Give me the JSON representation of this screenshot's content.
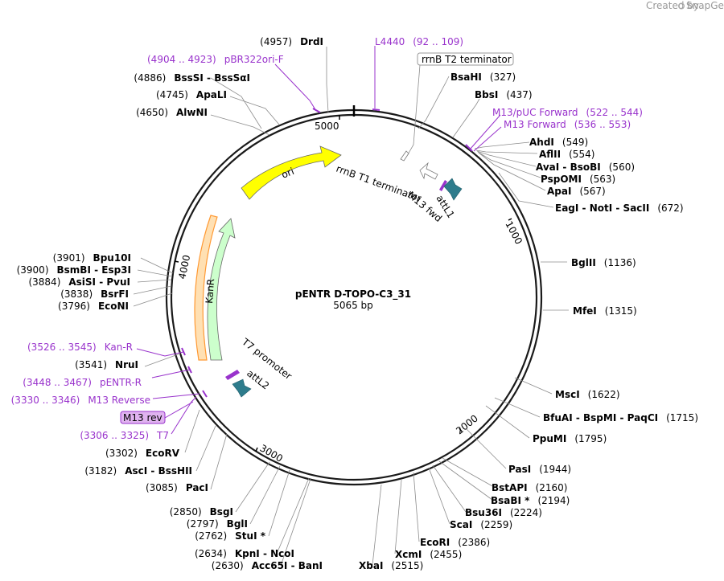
{
  "watermark": "Created by",
  "brand": "SnapGene",
  "plasmid": {
    "name": "pENTR D-TOPO-C3_31",
    "size": "5065 bp"
  },
  "ticks": [
    "1000",
    "2000",
    "3000",
    "4000",
    "5000"
  ],
  "features": {
    "ori": "ori",
    "kanr": "KanR",
    "rrnb_t1": "rrnB T1 terminator",
    "m13_fwd": "M13 fwd",
    "attl1": "attL1",
    "t7_promoter": "T7 promoter",
    "attl2": "attL2",
    "rrnb_t2": "rrnB T2 terminator",
    "m13_rev": "M13 rev"
  },
  "right_sites": [
    {
      "name": "BsaHI",
      "pos": "(327)"
    },
    {
      "name": "BbsI",
      "pos": "(437)"
    },
    {
      "name": "AhdI",
      "pos": "(549)"
    },
    {
      "name": "AflII",
      "pos": "(554)"
    },
    {
      "name": "AvaI",
      "name2": "BsoBI",
      "pos": "(560)"
    },
    {
      "name": "PspOMI",
      "pos": "(563)"
    },
    {
      "name": "ApaI",
      "pos": "(567)"
    },
    {
      "name": "EagI",
      "name2": "NotI",
      "name3": "SacII",
      "pos": "(672)"
    },
    {
      "name": "BglII",
      "pos": "(1136)"
    },
    {
      "name": "MfeI",
      "pos": "(1315)"
    },
    {
      "name": "MscI",
      "pos": "(1622)"
    },
    {
      "name": "BfuAI",
      "name2": "BspMI",
      "name3": "PaqCI",
      "pos": "(1715)"
    },
    {
      "name": "PpuMI",
      "pos": "(1795)"
    },
    {
      "name": "PasI",
      "pos": "(1944)"
    },
    {
      "name": "BstAPI",
      "pos": "(2160)"
    },
    {
      "name": "BsaBI *",
      "pos": "(2194)"
    },
    {
      "name": "Bsu36I",
      "pos": "(2224)"
    },
    {
      "name": "ScaI",
      "pos": "(2259)"
    },
    {
      "name": "EcoRI",
      "pos": "(2386)"
    },
    {
      "name": "XcmI",
      "pos": "(2455)"
    },
    {
      "name": "XbaI",
      "pos": "(2515)"
    }
  ],
  "left_sites": [
    {
      "name": "DrdI",
      "pos": "(4957)"
    },
    {
      "name": "BssSI",
      "name2": "BssSαI",
      "pos": "(4886)"
    },
    {
      "name": "ApaLI",
      "pos": "(4745)"
    },
    {
      "name": "AlwNI",
      "pos": "(4650)"
    },
    {
      "name": "Bpu10I",
      "pos": "(3901)"
    },
    {
      "name": "BsmBI",
      "name2": "Esp3I",
      "pos": "(3900)"
    },
    {
      "name": "AsiSI",
      "name2": "PvuI",
      "pos": "(3884)"
    },
    {
      "name": "BsrFI",
      "pos": "(3838)"
    },
    {
      "name": "EcoNI",
      "pos": "(3796)"
    },
    {
      "name": "NruI",
      "pos": "(3541)"
    },
    {
      "name": "EcoRV",
      "pos": "(3302)"
    },
    {
      "name": "AscI",
      "name2": "BssHII",
      "pos": "(3182)"
    },
    {
      "name": "PacI",
      "pos": "(3085)"
    },
    {
      "name": "BsgI",
      "pos": "(2850)"
    },
    {
      "name": "BglI",
      "pos": "(2797)"
    },
    {
      "name": "StuI *",
      "pos": "(2762)"
    },
    {
      "name": "KpnI",
      "name2": "NcoI",
      "pos": "(2634)"
    },
    {
      "name": "Acc65I",
      "name2": "BanI",
      "pos": "(2630)"
    }
  ],
  "primers": [
    {
      "name": "pBR322ori-F",
      "range": "(4904 .. 4923)"
    },
    {
      "name": "L4440",
      "range": "(92 .. 109)"
    },
    {
      "name": "M13/pUC Forward",
      "range": "(522 .. 544)"
    },
    {
      "name": "M13 Forward",
      "range": "(536 .. 553)"
    },
    {
      "name": "Kan-R",
      "range": "(3526 .. 3545)"
    },
    {
      "name": "pENTR-R",
      "range": "(3448 .. 3467)"
    },
    {
      "name": "M13 Reverse",
      "range": "(3330 .. 3346)"
    },
    {
      "name": "T7",
      "range": "(3306 .. 3325)"
    }
  ],
  "colors": {
    "backbone": "#1a1a1a",
    "primer": "#9933cc",
    "ori": "#ffff00",
    "kanr": "#ccffcc",
    "att": "#2e7c8c",
    "orf_outline": "#ff9933",
    "label_box": "#e0b3f0"
  }
}
